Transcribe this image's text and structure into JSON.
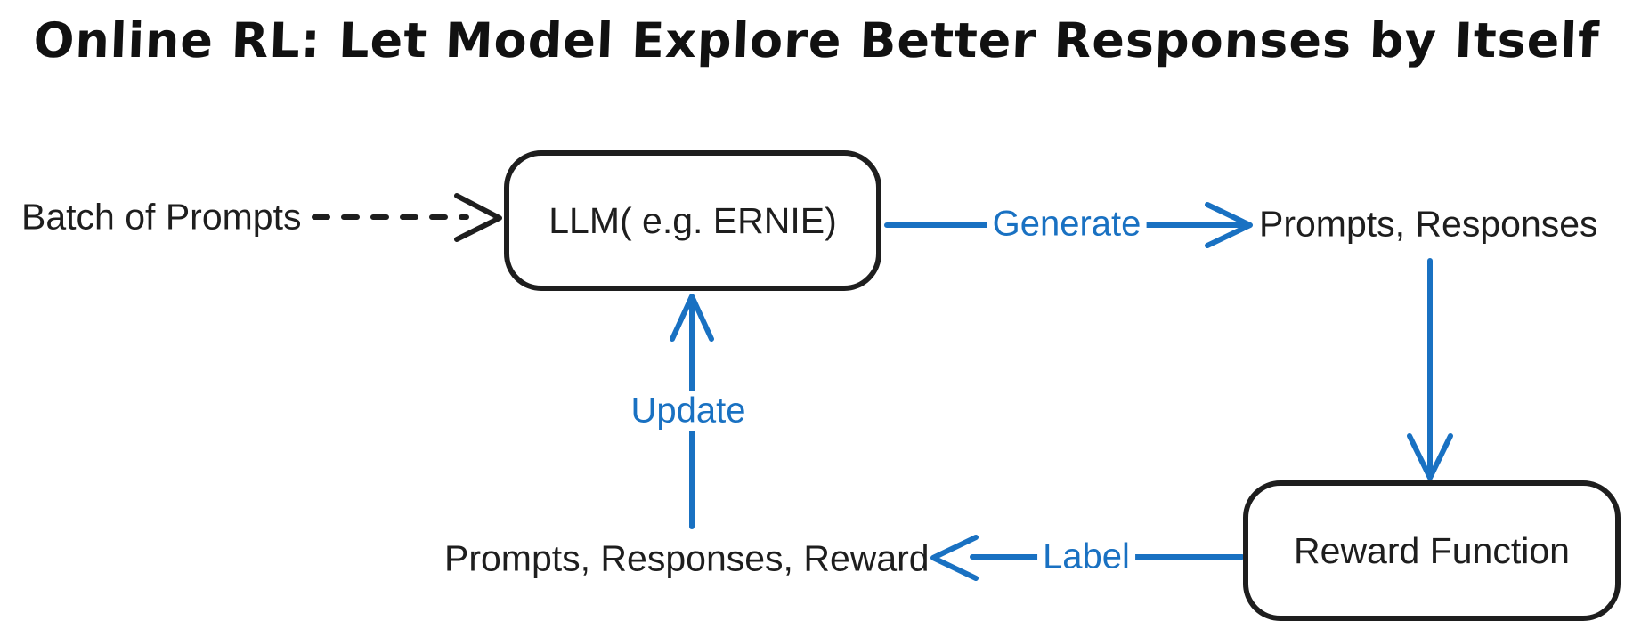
{
  "title": "Online RL: Let Model Explore Better Responses by Itself",
  "colors": {
    "ink": "#1e1e1e",
    "accent_blue": "#1971c2",
    "canvas_background": "#ffffff"
  },
  "nodes": {
    "llm": {
      "label": "LLM( e.g. ERNIE)"
    },
    "reward_function": {
      "label": "Reward Function"
    }
  },
  "annotations": {
    "batch_of_prompts": "Batch of Prompts",
    "prompts_responses": "Prompts, Responses",
    "prompts_responses_reward": "Prompts, Responses, Reward"
  },
  "edge_labels": {
    "generate": "Generate",
    "update": "Update",
    "label": "Label"
  }
}
